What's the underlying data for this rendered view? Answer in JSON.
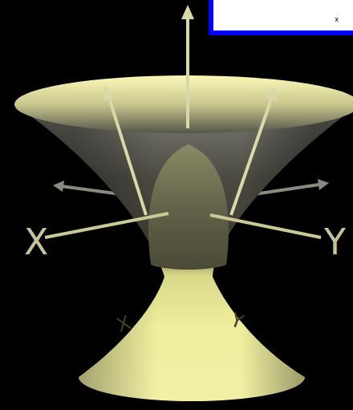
{
  "diagram": {
    "nodes": [
      {
        "text": [
          "x"
        ]
      }
    ],
    "labels": [
      "X",
      "Y",
      "X",
      "Y"
    ]
  }
}
